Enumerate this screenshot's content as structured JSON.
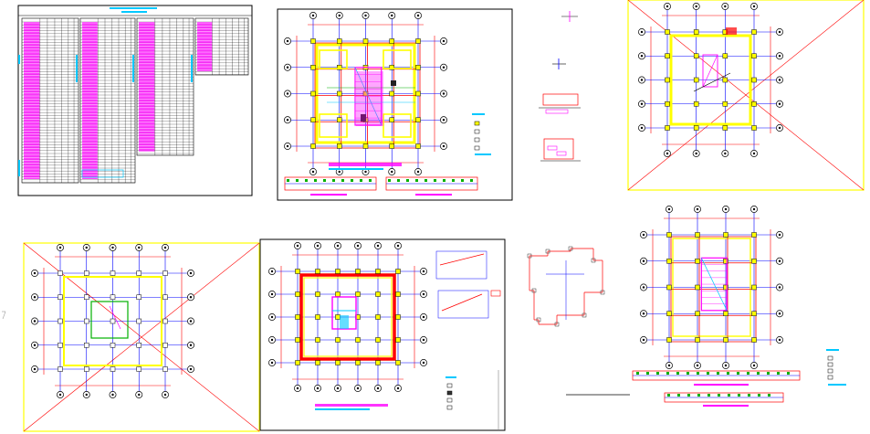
{
  "drawing": {
    "title": "",
    "colors": {
      "background": "#ffffff",
      "frame": "#000000",
      "grid_axis": "#0000ff",
      "wall_red": "#ff0000",
      "column_yellow": "#ffff00",
      "magenta": "#ff00ff",
      "cyan": "#00c8ff",
      "green": "#00b000",
      "dark": "#222222"
    }
  },
  "sheets": [
    {
      "id": "schedule-table",
      "kind": "table"
    },
    {
      "id": "foundation-plan-1",
      "kind": "plan"
    },
    {
      "id": "detail-sections-1",
      "kind": "details"
    },
    {
      "id": "crossed-plan-upper-right",
      "kind": "crossed-plan"
    },
    {
      "id": "crossed-plan-lower-left",
      "kind": "crossed-plan"
    },
    {
      "id": "beam-plan",
      "kind": "plan"
    },
    {
      "id": "stair-details",
      "kind": "details"
    },
    {
      "id": "column-plan",
      "kind": "plan"
    }
  ]
}
